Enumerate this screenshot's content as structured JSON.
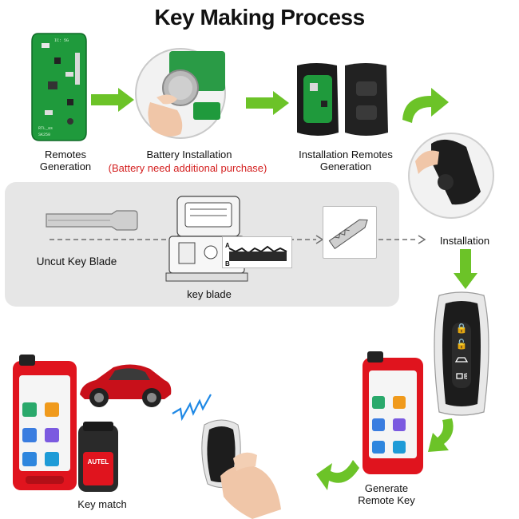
{
  "title": "Key Making Process",
  "steps": {
    "remotes_generation": "Remotes\nGeneration",
    "battery_installation": "Battery Installation",
    "battery_note": "(Battery need additional purchase)",
    "installation_remotes_generation": "Installation Remotes\nGeneration",
    "installation": "Installation",
    "uncut_key_blade": "Uncut Key  Blade",
    "key_blade": "key blade",
    "generate_remote_key": "Generate\nRemote Key",
    "key_match": "Key match"
  },
  "pcb_text": [
    "IC: 5G",
    "SK250",
    "RTL_as"
  ],
  "cut_labels": [
    "A",
    "B"
  ],
  "device_brand": "AUTEL",
  "colors": {
    "arrow_green": "#6cc328",
    "pcb_green": "#1f9a3c",
    "device_red": "#e0141e",
    "car_red": "#c8101a",
    "note_red": "#d41f1f",
    "panel_gray": "#e6e6e6"
  },
  "icons": [
    "lock-icon",
    "unlock-icon",
    "trunk-icon",
    "car-light-icon"
  ]
}
